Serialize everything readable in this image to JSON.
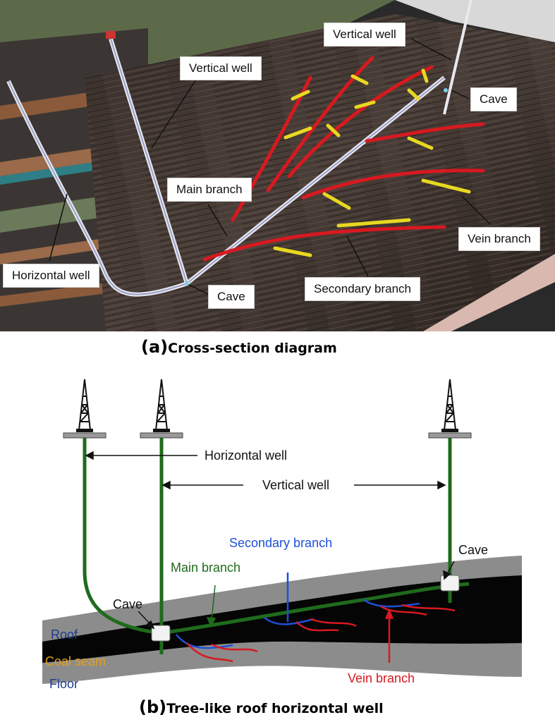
{
  "panel_a": {
    "labels": {
      "vertical_well_1": "Vertical well",
      "vertical_well_2": "Vertical well",
      "cave_top": "Cave",
      "main_branch": "Main branch",
      "vein_branch": "Vein branch",
      "horizontal_well": "Horizontal well",
      "cave_bottom": "Cave",
      "secondary_branch": "Secondary branch"
    },
    "caption": {
      "tag": "(a)",
      "text": "Cross-section diagram"
    }
  },
  "panel_b": {
    "labels": {
      "horizontal_well": "Horizontal well",
      "vertical_well": "Vertical well",
      "secondary_branch": "Secondary branch",
      "main_branch": "Main branch",
      "cave_right": "Cave",
      "cave_left": "Cave",
      "roof": "Roof",
      "coal_seam": "Coal seam",
      "floor": "Floor",
      "vein_branch": "Vein branch"
    },
    "caption": {
      "tag": "(b)",
      "text": "Tree-like roof horizontal well"
    }
  },
  "colors": {
    "well_green": "#1f6b1c",
    "secondary_blue": "#1f4fd8",
    "vein_red": "#d71920",
    "roof_grey": "#8c8c8c",
    "coal_black": "#050505",
    "roof_label_blue": "#1f3a8c",
    "coal_label_gold": "#e0a020"
  }
}
